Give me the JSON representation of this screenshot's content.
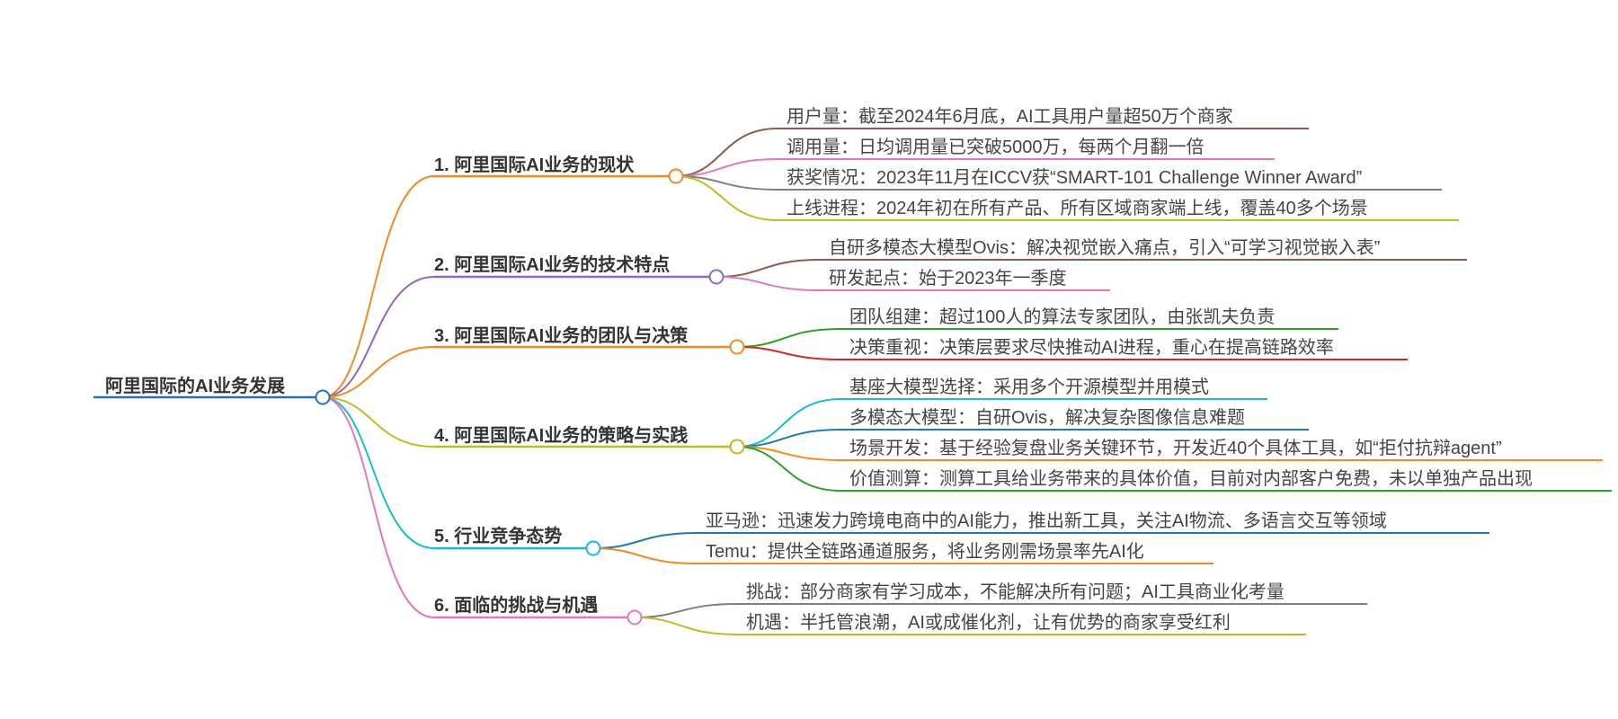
{
  "root": {
    "label": "阿里国际的AI业务发展",
    "color": "#2d6fb3"
  },
  "branches": [
    {
      "label": "1. 阿里国际AI业务的现状",
      "color": "#f08a24",
      "leaves": [
        {
          "label": "用户量：截至2024年6月底，AI工具用户量超50万个商家",
          "color": "#8b5a4a"
        },
        {
          "label": "调用量：日均调用量已突破5000万，每两个月翻一倍",
          "color": "#e377c2"
        },
        {
          "label": "获奖情况：2023年11月在ICCV获“SMART-101 Challenge Winner Award”",
          "color": "#7f7f7f"
        },
        {
          "label": "上线进程：2024年初在所有产品、所有区域商家端上线，覆盖40多个场景",
          "color": "#bcbd22"
        }
      ]
    },
    {
      "label": "2. 阿里国际AI业务的技术特点",
      "color": "#9467bd",
      "leaves": [
        {
          "label": "自研多模态大模型Ovis：解决视觉嵌入痛点，引入“可学习视觉嵌入表”",
          "color": "#8b5a4a"
        },
        {
          "label": "研发起点：始于2023年一季度",
          "color": "#e377c2"
        }
      ]
    },
    {
      "label": "3. 阿里国际AI业务的团队与决策",
      "color": "#f08a24",
      "leaves": [
        {
          "label": "团队组建：超过100人的算法专家团队，由张凯夫负责",
          "color": "#2ca02c"
        },
        {
          "label": "决策重视：决策层要求尽快推动AI进程，重心在提高链路效率",
          "color": "#d62728"
        }
      ]
    },
    {
      "label": "4. 阿里国际AI业务的策略与实践",
      "color": "#bcbd22",
      "leaves": [
        {
          "label": "基座大模型选择：采用多个开源模型并用模式",
          "color": "#17becf"
        },
        {
          "label": "多模态大模型：自研Ovis，解决复杂图像信息难题",
          "color": "#1f77b4"
        },
        {
          "label": "场景开发：基于经验复盘业务关键环节，开发近40个具体工具，如“拒付抗辩agent”",
          "color": "#f08a24"
        },
        {
          "label": "价值测算：测算工具给业务带来的具体价值，目前对内部客户免费，未以单独产品出现",
          "color": "#2ca02c"
        }
      ]
    },
    {
      "label": "5. 行业竞争态势",
      "color": "#17becf",
      "leaves": [
        {
          "label": "亚马逊：迅速发力跨境电商中的AI能力，推出新工具，关注AI物流、多语言交互等领域",
          "color": "#1f77b4"
        },
        {
          "label": "Temu：提供全链路通道服务，将业务刚需场景率先AI化",
          "color": "#f08a24"
        }
      ]
    },
    {
      "label": "6. 面临的挑战与机遇",
      "color": "#e377c2",
      "leaves": [
        {
          "label": "挑战：部分商家有学习成本，不能解决所有问题；AI工具商业化考量",
          "color": "#7f7f7f"
        },
        {
          "label": "机遇：半托管浪潮，AI或成催化剂，让有优势的商家享受红利",
          "color": "#bcbd22"
        }
      ]
    }
  ]
}
